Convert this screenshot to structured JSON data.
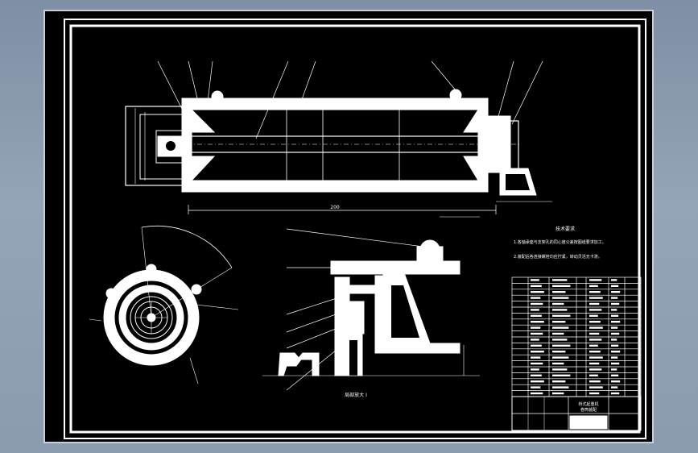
{
  "drawing": {
    "overall_length_dim": "200",
    "tech_notes_title": "技术要求",
    "tech_notes": [
      "1.各轴承座与支架孔的同心度公差按图纸要求加工。",
      "2.装配后各连接螺栓均应拧紧，转动灵活无卡滞。"
    ],
    "section_label": "局部放大 I",
    "title_block": {
      "name_line1": "桥式起重机",
      "name_line2": "卷筒装配"
    }
  },
  "colors": {
    "line": "#ffffff",
    "paper": "#000000",
    "frame_bg": "#8b9bb0"
  }
}
